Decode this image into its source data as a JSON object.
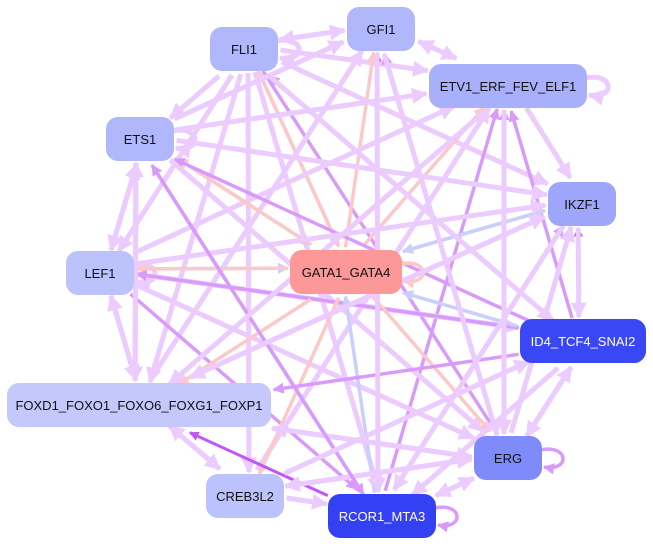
{
  "diagram": {
    "type": "gene-regulatory-network",
    "nodes": [
      {
        "id": "FLI1",
        "label": "FLI1",
        "color": "#b0b7fb",
        "text_color": "#111111"
      },
      {
        "id": "GFI1",
        "label": "GFI1",
        "color": "#b0b7fb",
        "text_color": "#111111"
      },
      {
        "id": "ETV1_ERF_FEV_ELF1",
        "label": "ETV1_ERF_FEV_ELF1",
        "color": "#a8b0fb",
        "text_color": "#111111"
      },
      {
        "id": "ETS1",
        "label": "ETS1",
        "color": "#b0b7fb",
        "text_color": "#111111"
      },
      {
        "id": "IKZF1",
        "label": "IKZF1",
        "color": "#9ea6fb",
        "text_color": "#111111"
      },
      {
        "id": "LEF1",
        "label": "LEF1",
        "color": "#bcc2fb",
        "text_color": "#111111"
      },
      {
        "id": "GATA1_GATA4",
        "label": "GATA1_GATA4",
        "color": "#fc9898",
        "text_color": "#111111"
      },
      {
        "id": "ID4_TCF4_SNAI2",
        "label": "ID4_TCF4_SNAI2",
        "color": "#3a47f5",
        "text_color": "#ffffff"
      },
      {
        "id": "FOXD1_FOXO1_FOXO6_FOXG1_FOXP1",
        "label": "FOXD1_FOXO1_FOXO6_FOXG1_FOXP1",
        "color": "#c4c8fb",
        "text_color": "#111111"
      },
      {
        "id": "ERG",
        "label": "ERG",
        "color": "#7f8bfa",
        "text_color": "#111111"
      },
      {
        "id": "CREB3L2",
        "label": "CREB3L2",
        "color": "#bcc2fb",
        "text_color": "#111111"
      },
      {
        "id": "RCOR1_MTA3",
        "label": "RCOR1_MTA3",
        "color": "#3340f4",
        "text_color": "#ffffff"
      }
    ],
    "edge_colors": {
      "light": "#eccbff",
      "medium": "#d89bfb",
      "strong": "#c057f7",
      "repress_blue": "#c8d0fb",
      "activate_pink": "#fcc8c8"
    },
    "edges": [
      {
        "from": "FLI1",
        "to": "GFI1",
        "style": "light"
      },
      {
        "from": "GFI1",
        "to": "FLI1",
        "style": "light"
      },
      {
        "from": "FLI1",
        "to": "FLI1",
        "style": "light"
      },
      {
        "from": "FLI1",
        "to": "ETV1_ERF_FEV_ELF1",
        "style": "light"
      },
      {
        "from": "FLI1",
        "to": "ETS1",
        "style": "light"
      },
      {
        "from": "FLI1",
        "to": "IKZF1",
        "style": "light"
      },
      {
        "from": "FLI1",
        "to": "ERG",
        "style": "medium"
      },
      {
        "from": "FLI1",
        "to": "LEF1",
        "style": "light"
      },
      {
        "from": "FLI1",
        "to": "FOXD1_FOXO1_FOXO6_FOXG1_FOXP1",
        "style": "light"
      },
      {
        "from": "FLI1",
        "to": "CREB3L2",
        "style": "light"
      },
      {
        "from": "FLI1",
        "to": "RCOR1_MTA3",
        "style": "light"
      },
      {
        "from": "FLI1",
        "to": "GATA1_GATA4",
        "style": "repress_blue"
      },
      {
        "from": "GATA1_GATA4",
        "to": "FLI1",
        "style": "activate_pink"
      },
      {
        "from": "GFI1",
        "to": "ETV1_ERF_FEV_ELF1",
        "style": "light"
      },
      {
        "from": "ETV1_ERF_FEV_ELF1",
        "to": "GFI1",
        "style": "light"
      },
      {
        "from": "RCOR1_MTA3",
        "to": "GFI1",
        "style": "strong"
      },
      {
        "from": "GATA1_GATA4",
        "to": "GFI1",
        "style": "activate_pink"
      },
      {
        "from": "ERG",
        "to": "GFI1",
        "style": "medium"
      },
      {
        "from": "ETS1",
        "to": "GFI1",
        "style": "light"
      },
      {
        "from": "FOXD1_FOXO1_FOXO6_FOXG1_FOXP1",
        "to": "GFI1",
        "style": "light"
      },
      {
        "from": "ETV1_ERF_FEV_ELF1",
        "to": "ETV1_ERF_FEV_ELF1",
        "style": "light"
      },
      {
        "from": "ETV1_ERF_FEV_ELF1",
        "to": "IKZF1",
        "style": "light"
      },
      {
        "from": "ETS1",
        "to": "ETV1_ERF_FEV_ELF1",
        "style": "light"
      },
      {
        "from": "LEF1",
        "to": "ETV1_ERF_FEV_ELF1",
        "style": "light"
      },
      {
        "from": "GATA1_GATA4",
        "to": "ETV1_ERF_FEV_ELF1",
        "style": "activate_pink"
      },
      {
        "from": "RCOR1_MTA3",
        "to": "ETV1_ERF_FEV_ELF1",
        "style": "medium"
      },
      {
        "from": "ERG",
        "to": "ETV1_ERF_FEV_ELF1",
        "style": "medium"
      },
      {
        "from": "ID4_TCF4_SNAI2",
        "to": "ETV1_ERF_FEV_ELF1",
        "style": "medium"
      },
      {
        "from": "CREB3L2",
        "to": "ETV1_ERF_FEV_ELF1",
        "style": "light"
      },
      {
        "from": "ETS1",
        "to": "ETS1",
        "style": "light"
      },
      {
        "from": "ETS1",
        "to": "LEF1",
        "style": "light"
      },
      {
        "from": "LEF1",
        "to": "ETS1",
        "style": "light"
      },
      {
        "from": "ETS1",
        "to": "GATA1_GATA4",
        "style": "repress_blue"
      },
      {
        "from": "GATA1_GATA4",
        "to": "ETS1",
        "style": "activate_pink"
      },
      {
        "from": "ID4_TCF4_SNAI2",
        "to": "ETS1",
        "style": "medium"
      },
      {
        "from": "RCOR1_MTA3",
        "to": "ETS1",
        "style": "medium"
      },
      {
        "from": "FOXD1_FOXO1_FOXO6_FOXG1_FOXP1",
        "to": "ETS1",
        "style": "light"
      },
      {
        "from": "ETS1",
        "to": "IKZF1",
        "style": "light"
      },
      {
        "from": "ETS1",
        "to": "ERG",
        "style": "light"
      },
      {
        "from": "ID4_TCF4_SNAI2",
        "to": "IKZF1",
        "style": "strong"
      },
      {
        "from": "IKZF1",
        "to": "ID4_TCF4_SNAI2",
        "style": "light"
      },
      {
        "from": "GATA1_GATA4",
        "to": "IKZF1",
        "style": "activate_pink"
      },
      {
        "from": "IKZF1",
        "to": "GATA1_GATA4",
        "style": "repress_blue"
      },
      {
        "from": "LEF1",
        "to": "IKZF1",
        "style": "light"
      },
      {
        "from": "ERG",
        "to": "IKZF1",
        "style": "light"
      },
      {
        "from": "RCOR1_MTA3",
        "to": "IKZF1",
        "style": "medium"
      },
      {
        "from": "FOXD1_FOXO1_FOXO6_FOXG1_FOXP1",
        "to": "IKZF1",
        "style": "light"
      },
      {
        "from": "LEF1",
        "to": "LEF1",
        "style": "light"
      },
      {
        "from": "LEF1",
        "to": "GATA1_GATA4",
        "style": "repress_blue"
      },
      {
        "from": "GATA1_GATA4",
        "to": "LEF1",
        "style": "activate_pink"
      },
      {
        "from": "LEF1",
        "to": "ID4_TCF4_SNAI2",
        "style": "light"
      },
      {
        "from": "ID4_TCF4_SNAI2",
        "to": "LEF1",
        "style": "medium"
      },
      {
        "from": "LEF1",
        "to": "FOXD1_FOXO1_FOXO6_FOXG1_FOXP1",
        "style": "light"
      },
      {
        "from": "FOXD1_FOXO1_FOXO6_FOXG1_FOXP1",
        "to": "LEF1",
        "style": "light"
      },
      {
        "from": "LEF1",
        "to": "ERG",
        "style": "light"
      },
      {
        "from": "LEF1",
        "to": "RCOR1_MTA3",
        "style": "medium"
      },
      {
        "from": "GATA1_GATA4",
        "to": "GATA1_GATA4",
        "style": "activate_pink"
      },
      {
        "from": "GATA1_GATA4",
        "to": "FOXD1_FOXO1_FOXO6_FOXG1_FOXP1",
        "style": "activate_pink"
      },
      {
        "from": "ID4_TCF4_SNAI2",
        "to": "GATA1_GATA4",
        "style": "repress_blue"
      },
      {
        "from": "GATA1_GATA4",
        "to": "ERG",
        "style": "activate_pink"
      },
      {
        "from": "RCOR1_MTA3",
        "to": "GATA1_GATA4",
        "style": "repress_blue"
      },
      {
        "from": "GATA1_GATA4",
        "to": "CREB3L2",
        "style": "activate_pink"
      },
      {
        "from": "ID4_TCF4_SNAI2",
        "to": "FOXD1_FOXO1_FOXO6_FOXG1_FOXP1",
        "style": "medium"
      },
      {
        "from": "ID4_TCF4_SNAI2",
        "to": "ERG",
        "style": "light"
      },
      {
        "from": "ID4_TCF4_SNAI2",
        "to": "RCOR1_MTA3",
        "style": "light"
      },
      {
        "from": "ID4_TCF4_SNAI2",
        "to": "FLI1",
        "style": "medium"
      },
      {
        "from": "ERG",
        "to": "ID4_TCF4_SNAI2",
        "style": "light"
      },
      {
        "from": "FOXD1_FOXO1_FOXO6_FOXG1_FOXP1",
        "to": "CREB3L2",
        "style": "light"
      },
      {
        "from": "CREB3L2",
        "to": "FOXD1_FOXO1_FOXO6_FOXG1_FOXP1",
        "style": "light"
      },
      {
        "from": "RCOR1_MTA3",
        "to": "FOXD1_FOXO1_FOXO6_FOXG1_FOXP1",
        "style": "strong"
      },
      {
        "from": "ERG",
        "to": "FOXD1_FOXO1_FOXO6_FOXG1_FOXP1",
        "style": "light"
      },
      {
        "from": "FOXD1_FOXO1_FOXO6_FOXG1_FOXP1",
        "to": "ERG",
        "style": "light"
      },
      {
        "from": "ERG",
        "to": "ERG",
        "style": "medium"
      },
      {
        "from": "ERG",
        "to": "RCOR1_MTA3",
        "style": "light"
      },
      {
        "from": "RCOR1_MTA3",
        "to": "ERG",
        "style": "light"
      },
      {
        "from": "CREB3L2",
        "to": "ERG",
        "style": "light"
      },
      {
        "from": "ERG",
        "to": "CREB3L2",
        "style": "light"
      },
      {
        "from": "CREB3L2",
        "to": "RCOR1_MTA3",
        "style": "light"
      },
      {
        "from": "RCOR1_MTA3",
        "to": "RCOR1_MTA3",
        "style": "medium"
      },
      {
        "from": "FLI1",
        "to": "ID4_TCF4_SNAI2",
        "style": "light"
      },
      {
        "from": "ETS1",
        "to": "RCOR1_MTA3",
        "style": "medium"
      },
      {
        "from": "GFI1",
        "to": "RCOR1_MTA3",
        "style": "light"
      },
      {
        "from": "GFI1",
        "to": "ERG",
        "style": "light"
      },
      {
        "from": "CREB3L2",
        "to": "ID4_TCF4_SNAI2",
        "style": "light"
      },
      {
        "from": "ETV1_ERF_FEV_ELF1",
        "to": "FOXD1_FOXO1_FOXO6_FOXG1_FOXP1",
        "style": "light"
      },
      {
        "from": "ETV1_ERF_FEV_ELF1",
        "to": "ERG",
        "style": "light"
      },
      {
        "from": "ETS1",
        "to": "FOXD1_FOXO1_FOXO6_FOXG1_FOXP1",
        "style": "light"
      },
      {
        "from": "IKZF1",
        "to": "FOXD1_FOXO1_FOXO6_FOXG1_FOXP1",
        "style": "light"
      },
      {
        "from": "IKZF1",
        "to": "RCOR1_MTA3",
        "style": "light"
      }
    ]
  }
}
